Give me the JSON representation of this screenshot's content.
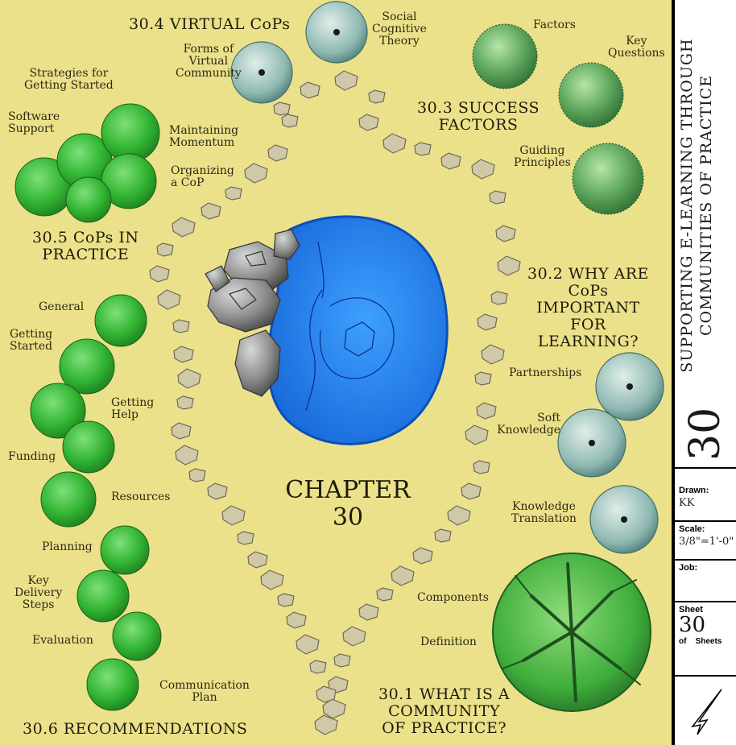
{
  "chapter": {
    "line1": "CHAPTER",
    "line2": "30"
  },
  "sections": {
    "s1": [
      "30.1 WHAT IS A",
      "COMMUNITY",
      "OF PRACTICE?"
    ],
    "s2": [
      "30.2 WHY ARE",
      "CoPs",
      "IMPORTANT",
      "FOR",
      "LEARNING?"
    ],
    "s3": [
      "30.3 SUCCESS",
      "FACTORS"
    ],
    "s4": [
      "30.4 VIRTUAL CoPs"
    ],
    "s5": [
      "30.5 CoPs IN",
      "PRACTICE"
    ],
    "s6": [
      "30.6 RECOMMENDATIONS"
    ]
  },
  "labels": {
    "social_cognitive": [
      "Social",
      "Cognitive",
      "Theory"
    ],
    "forms_virtual": [
      "Forms of",
      "Virtual",
      "Community"
    ],
    "factors": [
      "Factors"
    ],
    "key_questions": [
      "Key",
      "Questions"
    ],
    "guiding_principles": [
      "Guiding",
      "Principles"
    ],
    "strategies": [
      "Strategies for",
      "Getting Started"
    ],
    "software": [
      "Software",
      "Support"
    ],
    "maintaining": [
      "Maintaining",
      "Momentum"
    ],
    "organizing": [
      "Organizing",
      "a CoP"
    ],
    "partnerships": [
      "Partnerships"
    ],
    "soft_knowledge": [
      "Soft",
      "Knowledge"
    ],
    "knowledge_translation": [
      "Knowledge",
      "Translation"
    ],
    "general": [
      "General"
    ],
    "getting_started": [
      "Getting",
      "Started"
    ],
    "getting_help": [
      "Getting",
      "Help"
    ],
    "funding": [
      "Funding"
    ],
    "resources": [
      "Resources"
    ],
    "planning": [
      "Planning"
    ],
    "key_delivery": [
      "Key",
      "Delivery",
      "Steps"
    ],
    "evaluation": [
      "Evaluation"
    ],
    "communication": [
      "Communication",
      "Plan"
    ],
    "components": [
      "Components"
    ],
    "definition": [
      "Definition"
    ]
  },
  "title_block": {
    "number": "30",
    "title_line1": "SUPPORTING E-LEARNING THROUGH",
    "title_line2": "COMMUNITIES OF PRACTICE",
    "drawn_label": "Drawn:",
    "drawn_value": "KK",
    "scale_label": "Scale:",
    "scale_value": "3/8\"=1'-0\"",
    "job_label": "Job:",
    "sheet_label": "Sheet",
    "sheet_value": "30",
    "of_label": "of",
    "sheets_label": "Sheets"
  },
  "colors": {
    "ground": "#ece18b",
    "pond": "#1e7fe8",
    "pond_edge": "#0b4fb8",
    "stone": "#c9c4a6",
    "rock": "#8e8e8e",
    "green_shrub": "#3fbf3f",
    "teal_tree": "#7fa8a4",
    "dotted_shrub": "#4f9a4f",
    "big_tree": "#4fb84a"
  }
}
